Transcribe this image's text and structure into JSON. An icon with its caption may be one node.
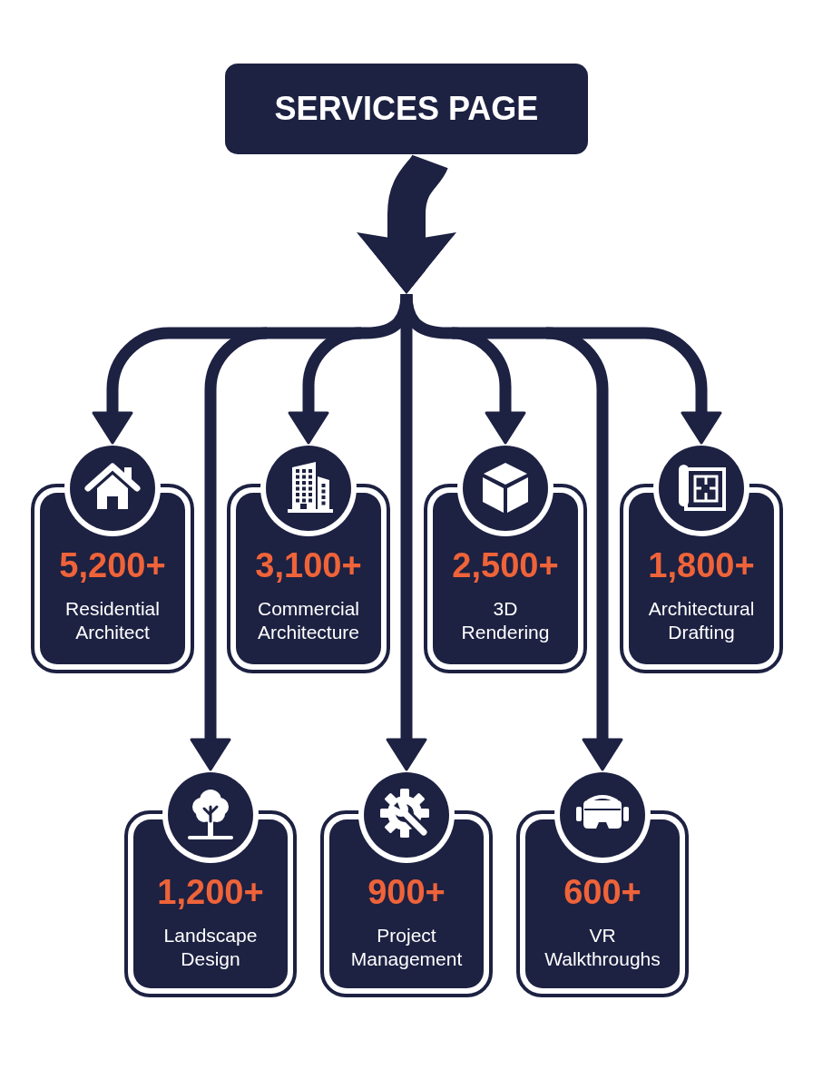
{
  "diagram": {
    "nodes": [
      {
        "text": [
          "SERVICES PAGE"
        ]
      },
      {
        "text": [
          "5,200+",
          "Residential Architect"
        ]
      },
      {
        "text": [
          "3,100+",
          "Commercial Architecture"
        ]
      },
      {
        "text": [
          "2,500+",
          "3D Rendering"
        ]
      },
      {
        "text": [
          "1,800+",
          "Architectural Drafting"
        ]
      },
      {
        "text": [
          "1,200+",
          "Landscape Design"
        ]
      },
      {
        "text": [
          "900+",
          "Project Management"
        ]
      },
      {
        "text": [
          "600+",
          "VR Walkthroughs"
        ]
      }
    ],
    "edges": [
      {
        "from": 0,
        "to": 1,
        "arrow": "to"
      },
      {
        "from": 0,
        "to": 2,
        "arrow": "to"
      },
      {
        "from": 0,
        "to": 3,
        "arrow": "to"
      },
      {
        "from": 0,
        "to": 4,
        "arrow": "to"
      },
      {
        "from": 0,
        "to": 5,
        "arrow": "to"
      },
      {
        "from": 0,
        "to": 6,
        "arrow": "to"
      },
      {
        "from": 0,
        "to": 7,
        "arrow": "to"
      }
    ]
  }
}
